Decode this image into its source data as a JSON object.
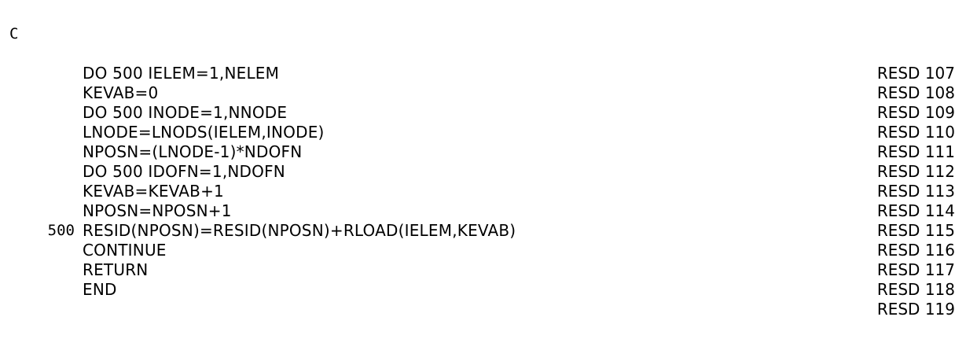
{
  "listing": {
    "lines": [
      {
        "label": "C",
        "code": "",
        "seq": "RESD 107"
      },
      {
        "label": "",
        "code": "DO 500 IELEM=1,NELEM",
        "seq": "RESD 108"
      },
      {
        "label": "",
        "code": "KEVAB=0",
        "seq": "RESD 109"
      },
      {
        "label": "",
        "code": "DO 500 INODE=1,NNODE",
        "seq": "RESD 110"
      },
      {
        "label": "",
        "code": "LNODE=LNODS(IELEM,INODE)",
        "seq": "RESD 111"
      },
      {
        "label": "",
        "code": "NPOSN=(LNODE-1)*NDOFN",
        "seq": "RESD 112"
      },
      {
        "label": "",
        "code": "DO 500 IDOFN=1,NDOFN",
        "seq": "RESD 113"
      },
      {
        "label": "",
        "code": "KEVAB=KEVAB+1",
        "seq": "RESD 114"
      },
      {
        "label": "",
        "code": "NPOSN=NPOSN+1",
        "seq": "RESD 115"
      },
      {
        "label": "",
        "code": "RESID(NPOSN)=RESID(NPOSN)+RLOAD(IELEM,KEVAB)",
        "seq": "RESD 116"
      },
      {
        "label": "500",
        "code": "CONTINUE",
        "seq": "RESD 117"
      },
      {
        "label": "",
        "code": "RETURN",
        "seq": "RESD 118"
      },
      {
        "label": "",
        "code": "END",
        "seq": "RESD 119"
      }
    ]
  }
}
